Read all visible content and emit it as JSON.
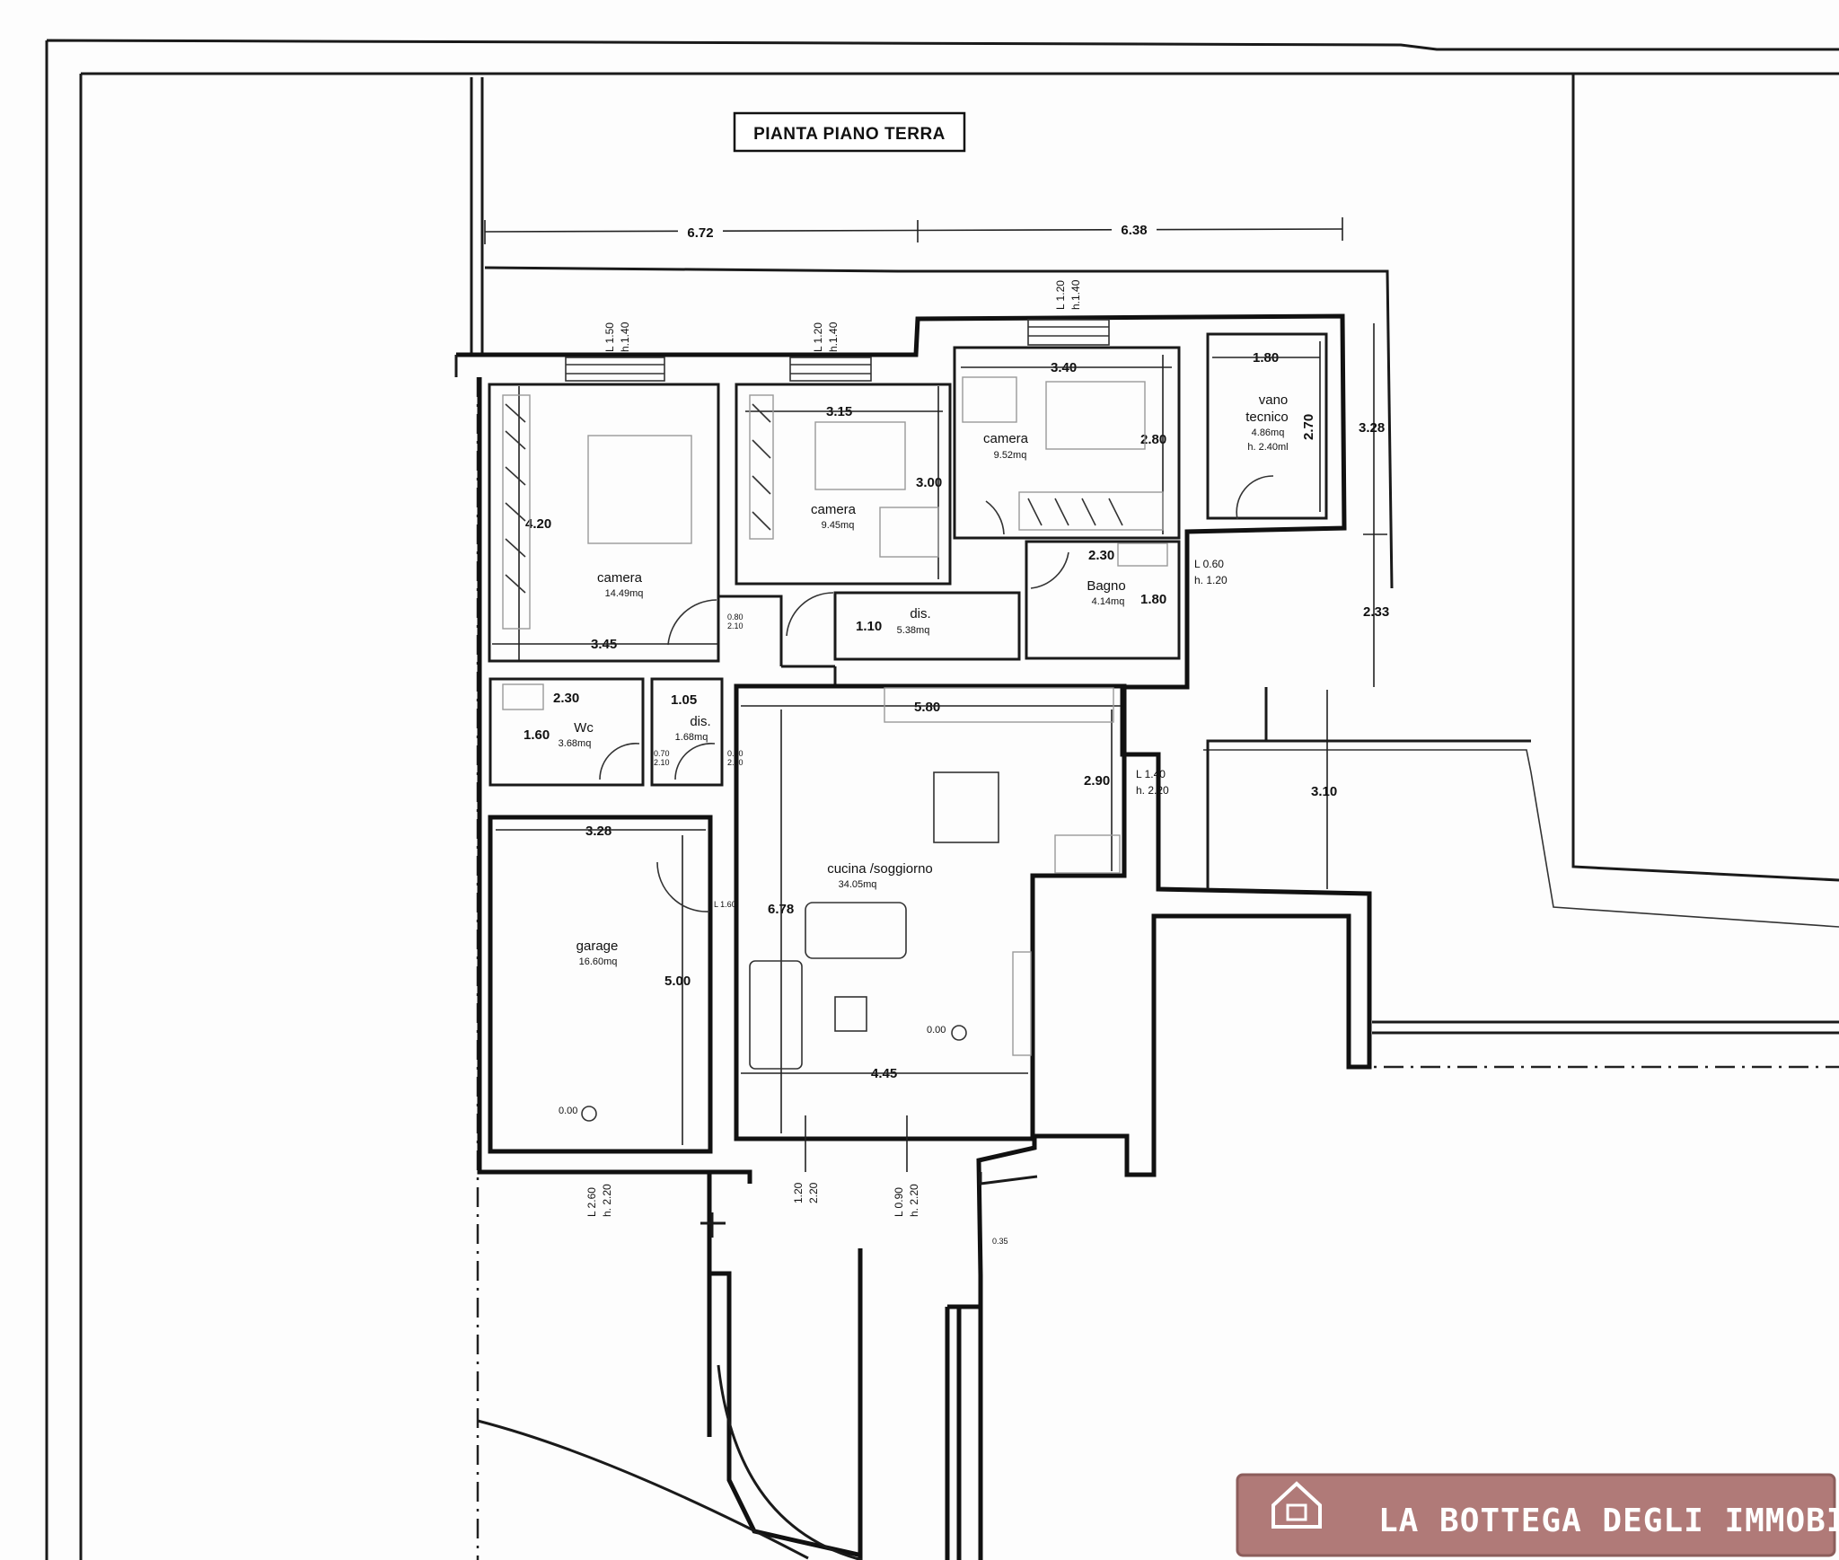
{
  "title": "PIANTA PIANO TERRA",
  "rooms": [
    {
      "key": "camera1",
      "name": "camera",
      "area": "14.49mq"
    },
    {
      "key": "camera2",
      "name": "camera",
      "area": "9.45mq"
    },
    {
      "key": "camera3",
      "name": "camera",
      "area": "9.52mq"
    },
    {
      "key": "vano",
      "name_line1": "vano",
      "name_line2": "tecnico",
      "area": "4.86mq",
      "height": "h. 2.40ml"
    },
    {
      "key": "bagno",
      "name": "Bagno",
      "area": "4.14mq"
    },
    {
      "key": "dis1",
      "name": "dis.",
      "area": "5.38mq"
    },
    {
      "key": "wc",
      "name": "Wc",
      "area": "3.68mq"
    },
    {
      "key": "dis2",
      "name": "dis.",
      "area": "1.68mq"
    },
    {
      "key": "cucina",
      "name": "cucina /soggiorno",
      "area": "34.05mq"
    },
    {
      "key": "garage",
      "name": "garage",
      "area": "16.60mq"
    }
  ],
  "dimensions": {
    "top_left": "6.72",
    "top_right": "6.38",
    "cam1_depth": "4.20",
    "cam1_width": "3.45",
    "cam2_width": "3.15",
    "cam2_depth": "3.00",
    "cam3_width": "3.40",
    "cam3_depth": "2.80",
    "vano_width": "1.80",
    "vano_depth": "2.70",
    "side_328": "3.28",
    "side_233": "2.33",
    "side_310": "3.10",
    "bagno_width": "2.30",
    "bagno_depth": "1.80",
    "dis_110": "1.10",
    "wc_width": "2.30",
    "wc_depth": "1.60",
    "dis2_width": "1.05",
    "kitchen_580": "5.80",
    "kitchen_290": "2.90",
    "kitchen_678": "6.78",
    "kitchen_445": "4.45",
    "garage_width": "3.28",
    "garage_depth": "5.00",
    "small_035": "0.35"
  },
  "windows": {
    "w1_l": "L 1.50",
    "w1_h": "h.1.40",
    "w2_l": "L 1.20",
    "w2_h": "h.1.40",
    "w3_l": "L 1.20",
    "w3_h": "h.1.40",
    "side_l": "L 1.40",
    "side_h": "h. 2.20",
    "w060": "L 0.60",
    "w120h": "h. 1.20",
    "g_l": "L 2.60",
    "g_h": "h. 2.20",
    "d1_l": "1.20",
    "d1_h": "2.20",
    "d2_l": "L 0.90",
    "d2_h": "h. 2.20"
  },
  "doors": {
    "d080": "0.80",
    "d210": "2.10",
    "d070": "0.70",
    "g_dl": "L 1.60"
  },
  "levels": {
    "kitchen": "0.00",
    "garage": "0.00"
  },
  "logo": {
    "text": "LA BOTTEGA DEGLI IMMOBILI",
    "color": "#b07a78"
  }
}
